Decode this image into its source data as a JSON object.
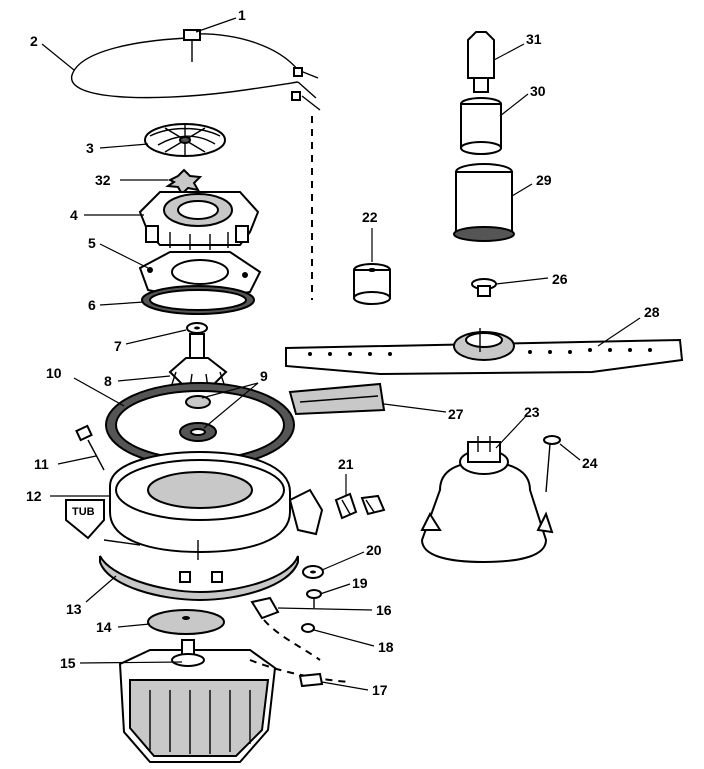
{
  "callouts": {
    "c1": "1",
    "c2": "2",
    "c3": "3",
    "c4": "4",
    "c5": "5",
    "c6": "6",
    "c7": "7",
    "c8": "8",
    "c9": "9",
    "c10": "10",
    "c11": "11",
    "c12": "12",
    "c13": "13",
    "c14": "14",
    "c15": "15",
    "c16": "16",
    "c17": "17",
    "c18": "18",
    "c19": "19",
    "c20": "20",
    "c21": "21",
    "c22": "22",
    "c23": "23",
    "c24": "24",
    "c26": "26",
    "c27": "27",
    "c28": "28",
    "c29": "29",
    "c30": "30",
    "c31": "31",
    "c32": "32"
  },
  "labels": {
    "tub": "TUB"
  }
}
